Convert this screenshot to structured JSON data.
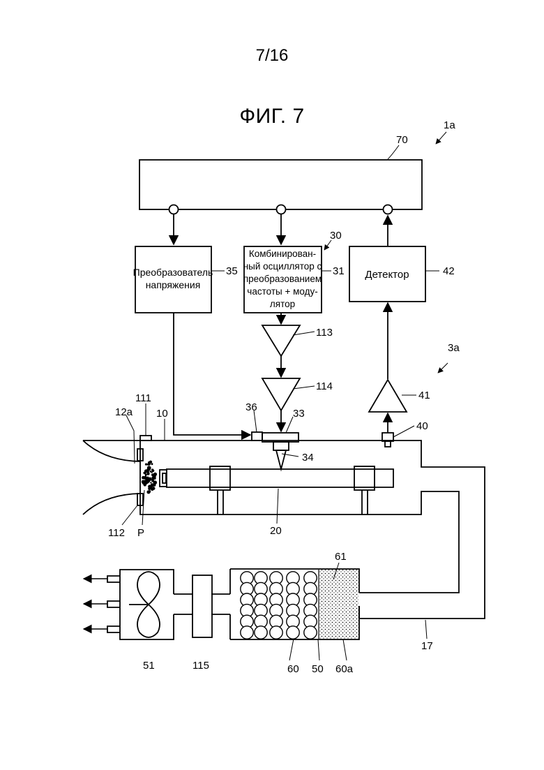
{
  "page_number": "7/16",
  "figure_title": "ФИГ. 7",
  "blocks": {
    "voltage_converter": [
      "Преобразователь",
      "напряжения"
    ],
    "oscillator": [
      "Комбинирован-",
      "ный осциллятор с",
      "преобразованием",
      "частоты + моду-",
      "лятор"
    ],
    "detector": [
      "Детектор"
    ]
  },
  "labels": {
    "l1a": "1a",
    "l70": "70",
    "l30": "30",
    "l35": "35",
    "l31": "31",
    "l42": "42",
    "l113": "113",
    "l3a": "3a",
    "l114": "114",
    "l41": "41",
    "l111": "111",
    "l12a": "12a",
    "l10": "10",
    "l36": "36",
    "l33": "33",
    "l40": "40",
    "l34": "34",
    "l112": "112",
    "lP": "P",
    "l20": "20",
    "l61": "61",
    "l51": "51",
    "l115": "115",
    "l60": "60",
    "l50": "50",
    "l60a": "60a",
    "l17": "17"
  }
}
